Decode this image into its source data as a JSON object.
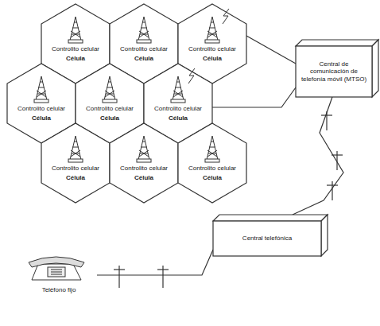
{
  "diagram": {
    "nodes": [
      {
        "text": [
          "Controlito celular",
          "Célula"
        ]
      },
      {
        "text": [
          "Controlito celular",
          "Célula"
        ]
      },
      {
        "text": [
          "Controlito celular",
          "Célula"
        ]
      },
      {
        "text": [
          "Controlito celular",
          "Célula"
        ]
      },
      {
        "text": [
          "Controlito celular",
          "Célula"
        ]
      },
      {
        "text": [
          "Controlito celular",
          "Célula"
        ]
      },
      {
        "text": [
          "Controlito celular",
          "Célula"
        ]
      },
      {
        "text": [
          "Controlito celular",
          "Célula"
        ]
      },
      {
        "text": [
          "Controlito celular",
          "Célula"
        ]
      },
      {
        "text": [
          "Central de comunicación de telefonía móvil (MTSO)"
        ]
      },
      {
        "text": [
          "Central telefónica"
        ]
      },
      {
        "text": [
          "Teléfono fijo"
        ]
      }
    ],
    "edges": [
      {
        "from": 2,
        "to": 9,
        "arrow": "none"
      },
      {
        "from": 5,
        "to": 9,
        "arrow": "none"
      },
      {
        "from": 9,
        "to": 10,
        "arrow": "none"
      },
      {
        "from": 10,
        "to": 11,
        "arrow": "none"
      }
    ]
  }
}
